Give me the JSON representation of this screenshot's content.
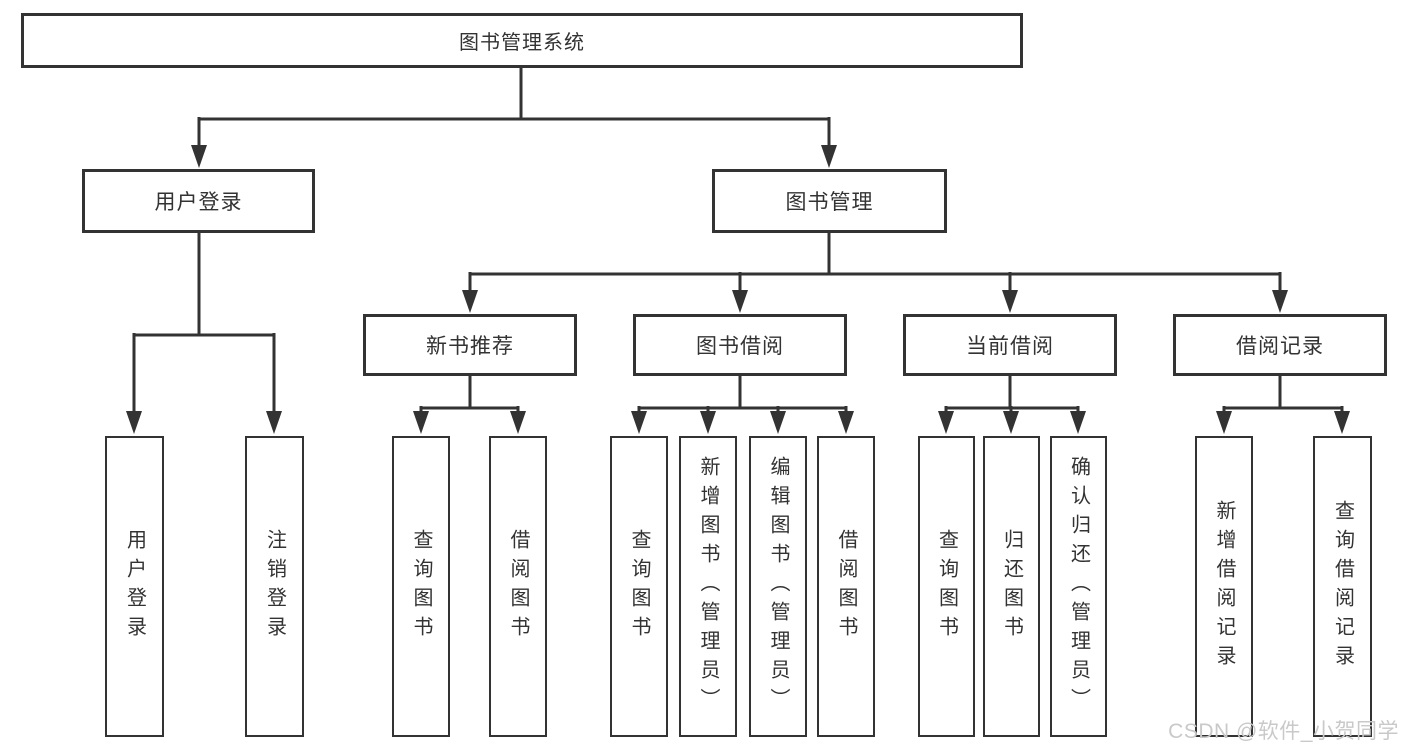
{
  "diagram": {
    "root": {
      "label": "图书管理系统"
    },
    "level2": [
      {
        "label": "用户登录"
      },
      {
        "label": "图书管理"
      }
    ],
    "level3": [
      {
        "label": "新书推荐"
      },
      {
        "label": "图书借阅"
      },
      {
        "label": "当前借阅"
      },
      {
        "label": "借阅记录"
      }
    ],
    "leaves": {
      "user_login": [
        {
          "label": "用户登录"
        },
        {
          "label": "注销登录"
        }
      ],
      "new_book": [
        {
          "label": "查询图书"
        },
        {
          "label": "借阅图书"
        }
      ],
      "book_borrow": [
        {
          "label": "查询图书"
        },
        {
          "label": "新增图书（管理员）"
        },
        {
          "label": "编辑图书（管理员）"
        },
        {
          "label": "借阅图书"
        }
      ],
      "current_borrow": [
        {
          "label": "查询图书"
        },
        {
          "label": "归还图书"
        },
        {
          "label": "确认归还（管理员）"
        }
      ],
      "borrow_record": [
        {
          "label": "新增借阅记录"
        },
        {
          "label": "查询借阅记录"
        }
      ]
    }
  },
  "watermark": {
    "text": "CSDN @软件_小贺同学"
  },
  "colors": {
    "line": "#333333",
    "text": "#333333",
    "background": "#ffffff",
    "watermark": "#c9c9c9"
  }
}
